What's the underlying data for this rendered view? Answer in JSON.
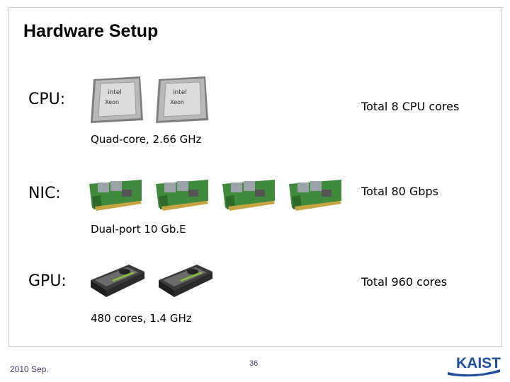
{
  "slide": {
    "title": "Hardware Setup",
    "footer_date": "2010 Sep.",
    "page_number": "36",
    "logo_text": "KAIST"
  },
  "rows": {
    "cpu": {
      "label": "CPU:",
      "total": "Total 8 CPU cores",
      "spec": "Quad-core, 2.66 GHz",
      "image_count": 2,
      "chip_brand": "intel",
      "chip_model": "Xeon"
    },
    "nic": {
      "label": "NIC:",
      "total": "Total 80 Gbps",
      "spec": "Dual-port 10 Gb.E",
      "image_count": 4
    },
    "gpu": {
      "label": "GPU:",
      "total": "Total 960 cores",
      "spec": "480 cores, 1.4 GHz",
      "image_count": 2
    }
  },
  "colors": {
    "accent": "#1f4fa0",
    "footer": "#4a3a70",
    "pcb_green": "#3f8a3c"
  },
  "icons": [
    "cpu-chip-icon",
    "nic-card-icon",
    "gpu-card-icon",
    "kaist-logo-icon"
  ]
}
